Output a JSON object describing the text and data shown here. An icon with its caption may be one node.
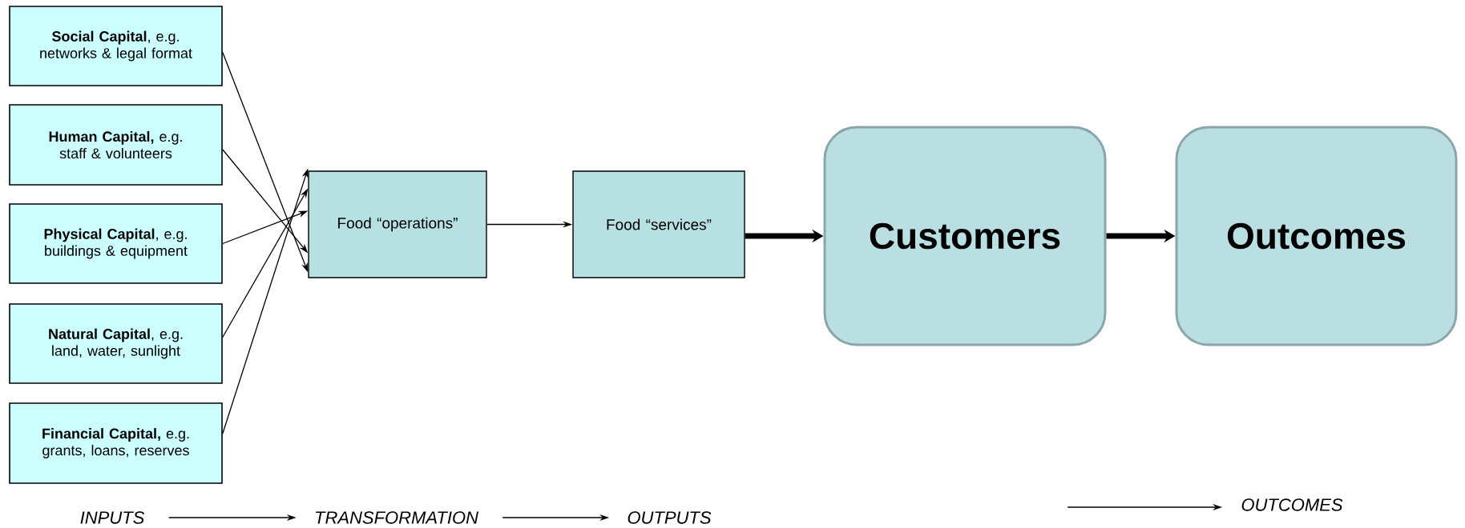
{
  "diagram": {
    "nodes": [
      {
        "text": [
          "**Social Capital**, e.g. networks & legal format"
        ]
      },
      {
        "text": [
          "**Human Capital,** e.g. staff & volunteers"
        ]
      },
      {
        "text": [
          "**Physical Capital**, e.g. buildings & equipment"
        ]
      },
      {
        "text": [
          "**Natural Capital**, e.g. land, water, sunlight"
        ]
      },
      {
        "text": [
          "**Financial Capital,** e.g. grants, loans, reserves"
        ]
      },
      {
        "text": [
          "Food “operations”"
        ]
      },
      {
        "text": [
          "Food “services”"
        ]
      },
      {
        "text": [
          "Customers"
        ]
      },
      {
        "text": [
          "Outcomes"
        ]
      },
      {
        "text": [
          "INPUTS"
        ]
      },
      {
        "text": [
          "TRANSFORMATION"
        ]
      },
      {
        "text": [
          "OUTPUTS"
        ]
      },
      {
        "text": [
          "OUTCOMES"
        ]
      }
    ],
    "edges": [
      {
        "from": 0,
        "to": 5,
        "arrow": "to"
      },
      {
        "from": 1,
        "to": 5,
        "arrow": "to"
      },
      {
        "from": 2,
        "to": 5,
        "arrow": "to"
      },
      {
        "from": 3,
        "to": 5,
        "arrow": "to"
      },
      {
        "from": 4,
        "to": 5,
        "arrow": "to"
      },
      {
        "from": 5,
        "to": 6,
        "arrow": "to"
      },
      {
        "from": 6,
        "to": 7,
        "arrow": "to",
        "style": "thick"
      },
      {
        "from": 7,
        "to": 8,
        "arrow": "to",
        "style": "thick"
      },
      {
        "from": 9,
        "to": 10,
        "arrow": "to"
      },
      {
        "from": 10,
        "to": 11,
        "arrow": "to"
      },
      {
        "from": null,
        "to": 12,
        "arrow": "to"
      }
    ]
  }
}
